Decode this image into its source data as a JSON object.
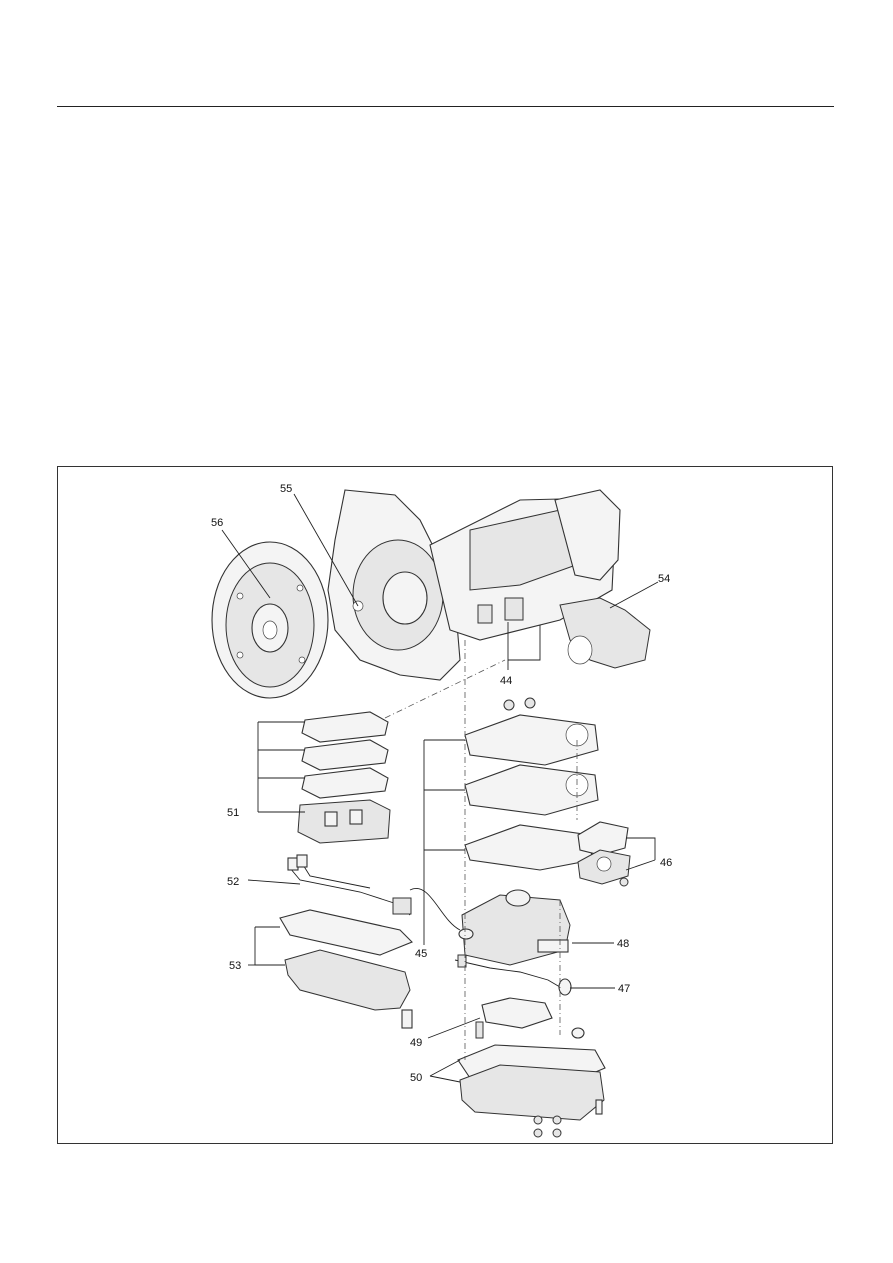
{
  "diagram": {
    "callouts": [
      {
        "id": "c44",
        "label": "44"
      },
      {
        "id": "c45",
        "label": "45"
      },
      {
        "id": "c46",
        "label": "46"
      },
      {
        "id": "c47",
        "label": "47"
      },
      {
        "id": "c48",
        "label": "48"
      },
      {
        "id": "c49",
        "label": "49"
      },
      {
        "id": "c50",
        "label": "50"
      },
      {
        "id": "c51",
        "label": "51"
      },
      {
        "id": "c52",
        "label": "52"
      },
      {
        "id": "c53",
        "label": "53"
      },
      {
        "id": "c54",
        "label": "54"
      },
      {
        "id": "c55",
        "label": "55"
      },
      {
        "id": "c56",
        "label": "56"
      }
    ]
  }
}
